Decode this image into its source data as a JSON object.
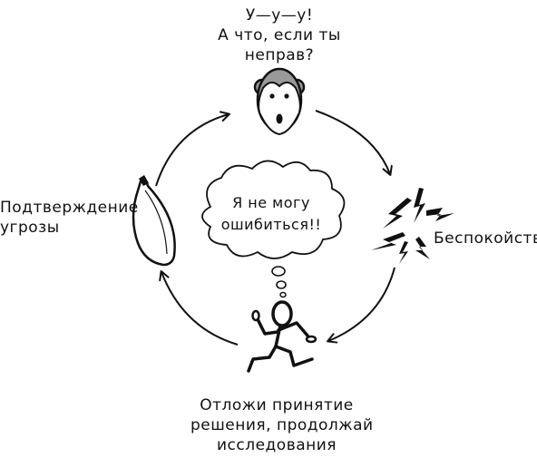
{
  "monkey": {
    "line1": "У—у—у!",
    "line2": "А что, если ты",
    "line3": "неправ?"
  },
  "anxiety": {
    "label": "Беспокойство"
  },
  "running": {
    "line1": "Отложи принятие",
    "line2": "решения, продолжай",
    "line3": "исследования"
  },
  "threat": {
    "line1": "Подтверждение",
    "line2": "угрозы"
  },
  "thought": {
    "line1": "Я не могу",
    "line2": "ошибиться!!"
  },
  "colors": {
    "ink": "#111111",
    "monkey_fur": "#999999",
    "background": "#ffffff"
  },
  "icons": [
    "monkey-head-icon",
    "lightning-burst-icon",
    "running-stick-figure-icon",
    "banana-icon",
    "thought-cloud-icon"
  ]
}
